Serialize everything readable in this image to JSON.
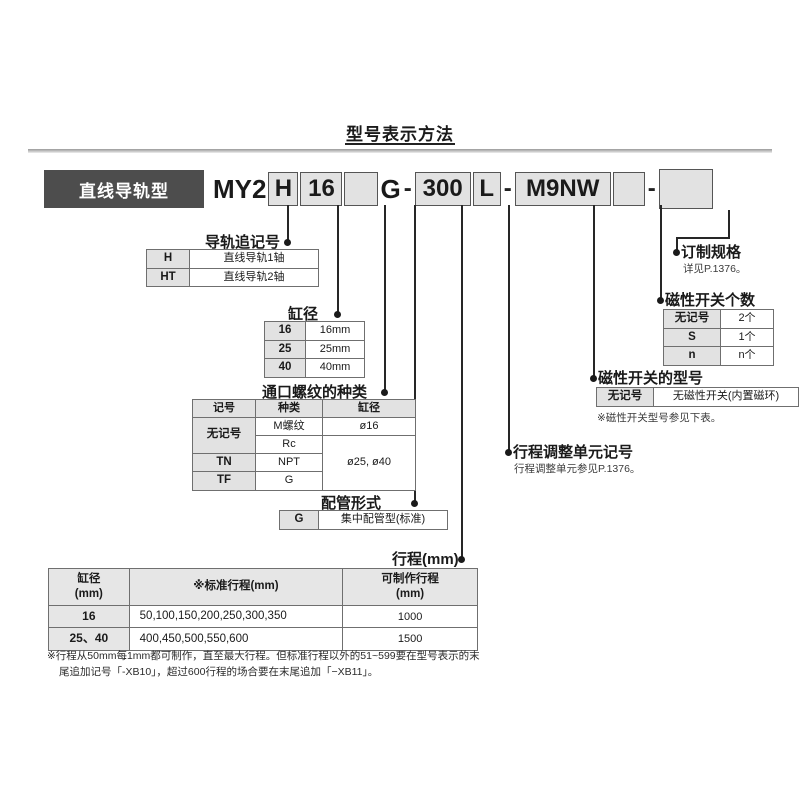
{
  "header": {
    "title": "型号表示方法"
  },
  "type_badge": {
    "label": "直线导轨型"
  },
  "model_code": {
    "segments": [
      {
        "text": "MY2",
        "boxed": false
      },
      {
        "text": "H",
        "boxed": true,
        "width": 30
      },
      {
        "text": "16",
        "boxed": true,
        "width": 40
      },
      {
        "text": "",
        "boxed": true,
        "width": 34
      },
      {
        "text": "G",
        "boxed": false
      },
      {
        "text": "-",
        "dash": true
      },
      {
        "text": "300",
        "boxed": true,
        "width": 56
      },
      {
        "text": "L",
        "boxed": true,
        "width": 28
      },
      {
        "text": "-",
        "dash": true
      },
      {
        "text": "M9NW",
        "boxed": true,
        "width": 94
      },
      {
        "text": "",
        "boxed": true,
        "width": 32
      },
      {
        "text": "-",
        "dash": true
      },
      {
        "text": "",
        "boxed": true,
        "width": 52,
        "tall": true
      }
    ]
  },
  "sections": {
    "guide_symbol": {
      "label": "导轨追记号",
      "rows": [
        {
          "key": "H",
          "value": "直线导轨1轴"
        },
        {
          "key": "HT",
          "value": "直线导轨2轴"
        }
      ]
    },
    "bore": {
      "label": "缸径",
      "rows": [
        {
          "key": "16",
          "value": "16mm"
        },
        {
          "key": "25",
          "value": "25mm"
        },
        {
          "key": "40",
          "value": "40mm"
        }
      ]
    },
    "port_thread": {
      "label": "通口螺纹的种类",
      "headers": [
        "记号",
        "种类",
        "缸径"
      ],
      "rows": [
        {
          "key": "无记号",
          "kinds": [
            "M螺纹",
            "Rc"
          ],
          "bore_first": "ø16",
          "bore_rest": "ø25, ø40"
        },
        {
          "key": "TN",
          "kind": "NPT"
        },
        {
          "key": "TF",
          "kind": "G"
        }
      ]
    },
    "piping": {
      "label": "配管形式",
      "rows": [
        {
          "key": "G",
          "value": "集中配管型(标准)"
        }
      ]
    },
    "stroke": {
      "label": "行程(mm)",
      "headers": [
        "缸径\n(mm)",
        "※标准行程(mm)",
        "可制作行程\n(mm)"
      ],
      "header_bore": "缸径",
      "header_bore_unit": "(mm)",
      "header_std": "※标准行程(mm)",
      "header_made": "可制作行程",
      "header_made_unit": "(mm)",
      "rows": [
        {
          "bore": "16",
          "std": "50,100,150,200,250,300,350",
          "made": "1000"
        },
        {
          "bore": "25、40",
          "std": "400,450,500,550,600",
          "made": "1500"
        }
      ],
      "footnote_line1": "※行程从50mm每1mm都可制作，直至最大行程。但标准行程以外的51~599要在型号表示的末",
      "footnote_line2": "尾追加记号「-XB10」，超过600行程的场合要在末尾追加「−XB11」。"
    },
    "stroke_adjust": {
      "label": "行程调整单元记号",
      "note": "行程调整单元参见P.1376。"
    },
    "switch_model": {
      "label": "磁性开关的型号",
      "key": "无记号",
      "value": "无磁性开关(内置磁环)",
      "note": "※磁性开关型号参见下表。"
    },
    "switch_count": {
      "label": "磁性开关个数",
      "rows": [
        {
          "key": "无记号",
          "value": "2个"
        },
        {
          "key": "S",
          "value": "1个"
        },
        {
          "key": "n",
          "value": "n个"
        }
      ]
    },
    "custom_spec": {
      "label": "订制规格",
      "note": "详见P.1376。"
    }
  },
  "colors": {
    "badge_bg": "#4d4d4d",
    "box_fill": "#e2e2e2",
    "line": "#262626",
    "rule": "#9a9a9a"
  }
}
